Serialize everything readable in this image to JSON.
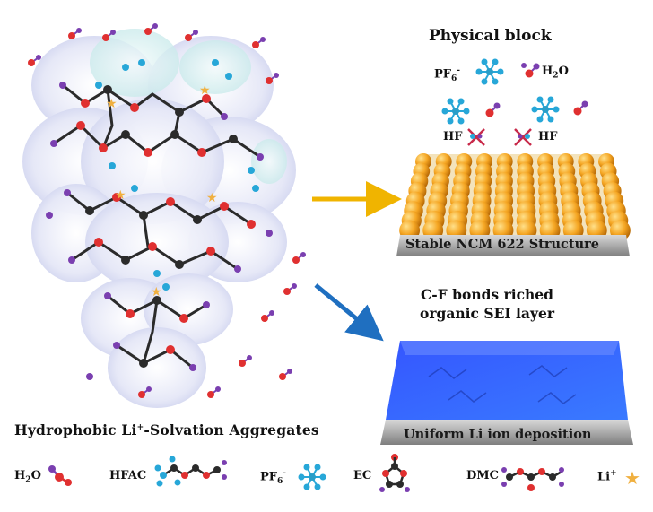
{
  "physical": {
    "title": "Physical block",
    "pf6": "PF",
    "pf6_sub": "6",
    "pf6_sup": "-",
    "h2o_h": "H",
    "h2o_sub": "2",
    "h2o_o": "O",
    "hf_left": "HF",
    "hf_right": "HF"
  },
  "ncm": {
    "label": "Stable NCM 622 Structure"
  },
  "sei": {
    "title_line1": "C-F bonds riched",
    "title_line2": "organic SEI layer",
    "label": "Uniform Li ion deposition"
  },
  "aggregates": {
    "title_pre": "Hydrophobic Li",
    "title_sup": "+",
    "title_post": "-Solvation Aggregates"
  },
  "legend": {
    "h2o_h": "H",
    "h2o_sub": "2",
    "h2o_o": "O",
    "hfac": "HFAC",
    "pf6": "PF",
    "pf6_sub": "6",
    "pf6_sup": "-",
    "ec": "EC",
    "dmc": "DMC",
    "li": "Li",
    "li_sup": "+"
  },
  "colors": {
    "arrow_top": "#f0b400",
    "arrow_bottom": "#1f6fc0",
    "carbon": "#2b2b2b",
    "oxygen": "#e03030",
    "hydrogen": "#7a3fb0",
    "fluorine": "#27a7d8",
    "ncm_sphere": "#f5a623",
    "sei_blue": "#1d5cff"
  }
}
